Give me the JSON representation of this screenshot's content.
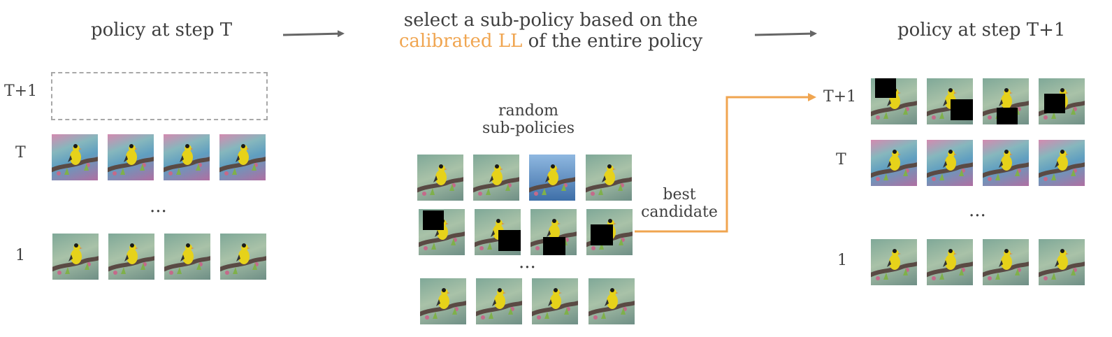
{
  "header": {
    "left_title": "policy at step T",
    "middle_line1": "select a sub-policy based on the",
    "middle_highlight": "calibrated LL",
    "middle_rest": " of the entire policy",
    "right_title": "policy at step T+1"
  },
  "left_panel": {
    "row_labels": [
      "T+1",
      "T",
      "1"
    ],
    "ellipsis": "..."
  },
  "middle_panel": {
    "caption_line1": "random",
    "caption_line2": "sub-policies",
    "ellipsis": "...",
    "best_line1": "best",
    "best_line2": "candidate"
  },
  "right_panel": {
    "row_labels": [
      "T+1",
      "T",
      "1"
    ],
    "ellipsis": "..."
  },
  "colors": {
    "accent": "#f0a550",
    "arrow_gray": "#666666",
    "text": "#3f3f3f",
    "dashed_border": "#a8a8a8",
    "occlusion": "#000000"
  },
  "icons": {
    "tile_image": "bird-on-branch"
  }
}
